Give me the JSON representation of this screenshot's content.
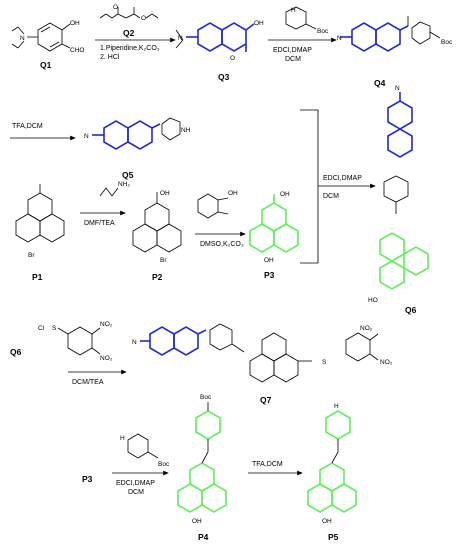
{
  "compounds": {
    "q1": "Q1",
    "q2": "Q2",
    "q3": "Q3",
    "q4": "Q4",
    "q5": "Q5",
    "q6": "Q6",
    "q7": "Q7",
    "p1": "P1",
    "p2": "P2",
    "p3": "P3",
    "p4": "P4",
    "p5": "P5",
    "q6_label_row5": "Q6",
    "p3_label_row6": "P3"
  },
  "conditions": {
    "r1a": "1.Piperidine,K₂CO₃",
    "r1b": "2. HCl",
    "r2a": "EDCI,DMAP",
    "r2b": "DCM",
    "r3": "TFA,DCM",
    "r4": "DMF/TEA",
    "r5": "DMSO,K₂CO₃",
    "r6a": "EDCI,DMAP",
    "r6b": "DCM",
    "r7": "DCM/TEA",
    "r8a": "EDCI,DMAP",
    "r8b": "DCM",
    "r9": "TFA,DCM"
  },
  "atoms": {
    "oh": "OH",
    "o": "O",
    "n": "N",
    "nh": "NH",
    "h": "H",
    "cho": "CHO",
    "boc": "Boc",
    "br": "Br",
    "ho": "HO",
    "nh2": "NH₂",
    "no2": "NO₂",
    "cl": "Cl",
    "s": "S"
  },
  "colors": {
    "coumarin": "#1f2ad6",
    "naphthalimide": "#5ff05a",
    "text": "#000000"
  }
}
